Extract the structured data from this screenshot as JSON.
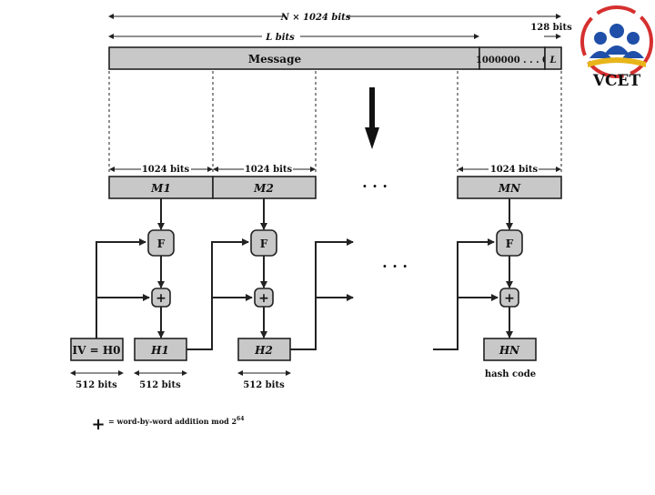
{
  "top": {
    "total_bits_label": "N × 1024 bits",
    "l_bits_label": "L bits",
    "pad_bits_label": "128 bits",
    "message_label": "Message",
    "padding_label": "1000000 . . . 0",
    "length_label": "L"
  },
  "blocks": {
    "bits_label": "1024 bits",
    "m1": "M1",
    "m2": "M2",
    "mn": "MN",
    "ellipsis": ". . ."
  },
  "stages": {
    "f_label": "F",
    "plus_label": "+",
    "iv_label": "IV = H0",
    "h1": "H1",
    "h2": "H2",
    "hn": "HN",
    "hash_code": "hash code",
    "bits_512": "512 bits",
    "ellipsis": ". . ."
  },
  "legend": {
    "symbol": "+",
    "text": "= word-by-word addition mod 2",
    "exponent": "64"
  },
  "logo": {
    "text": "VCET",
    "colors": [
      "#d62f2f",
      "#1f4fa8",
      "#e8b51a",
      "#3a8a3a"
    ]
  }
}
